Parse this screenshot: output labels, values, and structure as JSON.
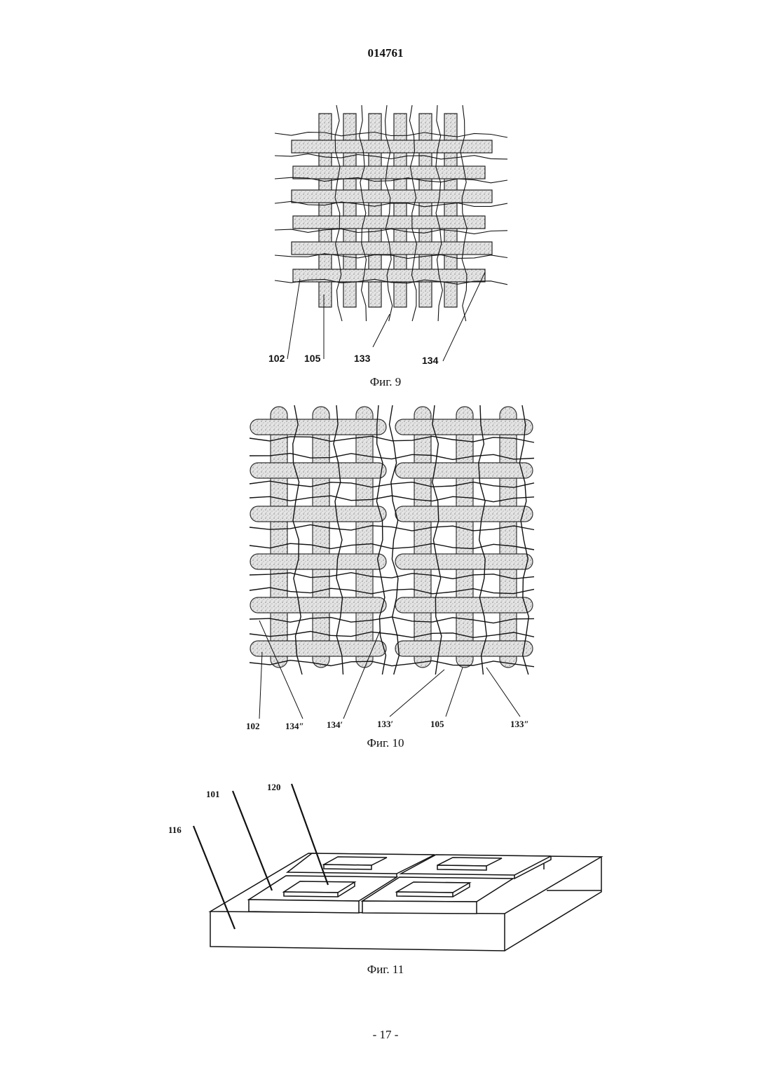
{
  "header": {
    "doc_number": "014761"
  },
  "figures": [
    {
      "caption": "Фиг. 9",
      "labels": [
        "102",
        "105",
        "133",
        "134"
      ]
    },
    {
      "caption": "Фиг. 10",
      "labels": [
        "102",
        "134″",
        "134′",
        "133′",
        "105",
        "133″"
      ]
    },
    {
      "caption": "Фиг. 11",
      "labels": [
        "101",
        "120",
        "116"
      ]
    }
  ],
  "footer": {
    "page_number": "- 17 -"
  }
}
